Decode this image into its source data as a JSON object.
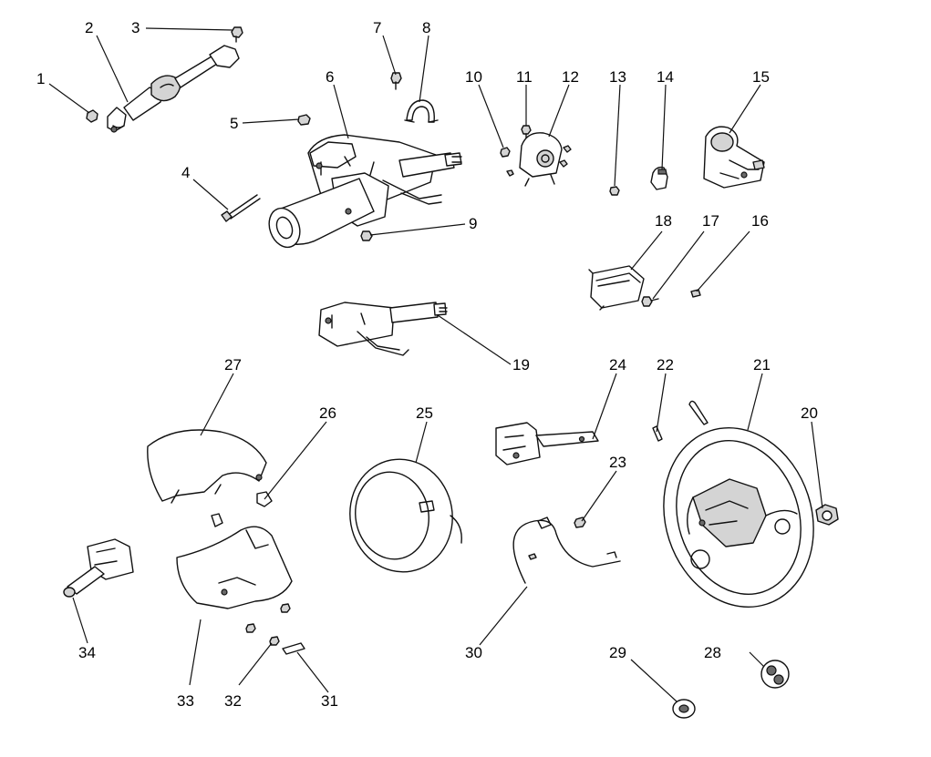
{
  "callouts": [
    "1",
    "2",
    "3",
    "4",
    "5",
    "6",
    "7",
    "8",
    "9",
    "10",
    "11",
    "12",
    "13",
    "14",
    "15",
    "16",
    "17",
    "18",
    "19",
    "20",
    "21",
    "22",
    "23",
    "24",
    "25",
    "26",
    "27",
    "28",
    "29",
    "30",
    "31",
    "32",
    "33",
    "34"
  ],
  "colors": {
    "ink": "#111111",
    "paper": "#ffffff",
    "shade": "#d4d4d4"
  }
}
